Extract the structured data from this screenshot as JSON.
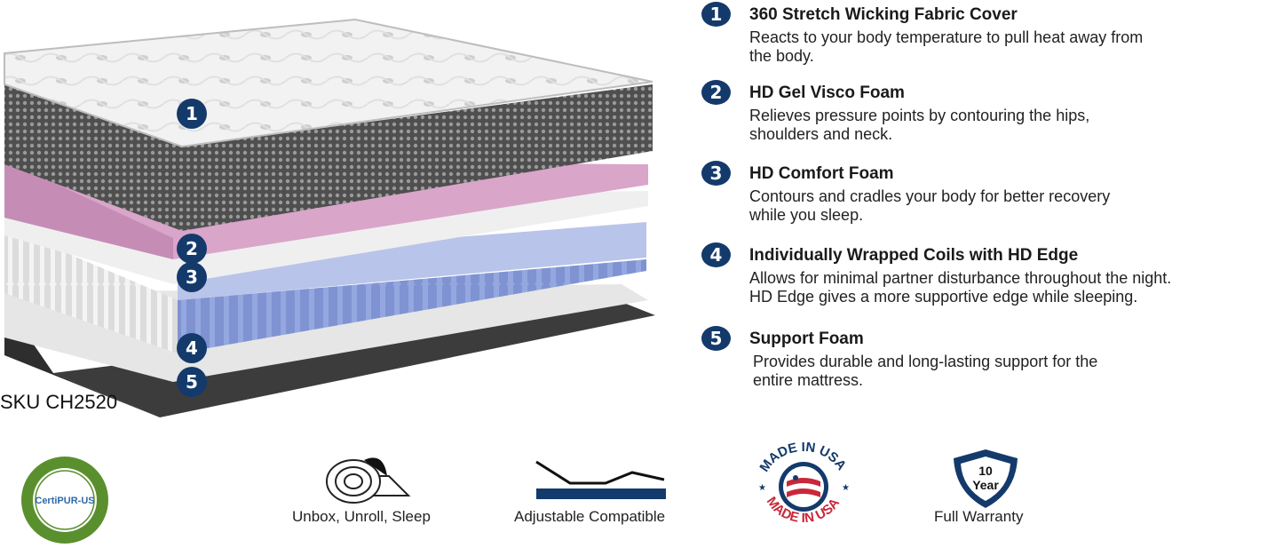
{
  "image_alt": "Layered mattress cross-section",
  "layer_markers": [
    "1",
    "2",
    "3",
    "4",
    "5"
  ],
  "sku": "SKU CH2520",
  "features": [
    {
      "number": "1",
      "title": "360 Stretch Wicking Fabric Cover",
      "desc_line1": "Reacts to your body temperature to pull heat away from",
      "desc_line2": "the body."
    },
    {
      "number": "2",
      "title": "HD Gel Visco Foam",
      "desc_line1": "Relieves pressure points by contouring the hips,",
      "desc_line2": "shoulders and neck."
    },
    {
      "number": "3",
      "title": "HD Comfort Foam",
      "desc_line1": "Contours and cradles your body for better recovery",
      "desc_line2": "while you sleep."
    },
    {
      "number": "4",
      "title": "Individually Wrapped Coils with HD Edge",
      "desc_line1": "Allows for minimal partner disturbance throughout the night.",
      "desc_line2": "HD Edge gives a more supportive edge while sleeping."
    },
    {
      "number": "5",
      "title": "Support Foam",
      "desc_line1": "Provides durable and long-lasting support for the",
      "desc_line2": "entire mattress."
    }
  ],
  "badges": {
    "certipur": {
      "text": "CertiPUR-US",
      "icon": "certipur-seal-icon"
    },
    "unbox": {
      "label": "Unbox, Unroll, Sleep",
      "icon": "rolled-mattress-icon"
    },
    "adjustable": {
      "label": "Adjustable Compatible",
      "icon": "adjustable-base-icon"
    },
    "made_in_usa": {
      "text_top": "MADE IN USA",
      "text_bottom": "MADE IN USA",
      "icon": "usa-flag-seal-icon"
    },
    "warranty": {
      "label": "Full Warranty",
      "years": "10",
      "unit": "Year",
      "icon": "shield-icon"
    }
  },
  "colors": {
    "badge_navy": "#143a6b",
    "gel_pink": "#d79fc7",
    "coil_blue": "#8fa3dd",
    "cover_gray": "#5a5a5a"
  }
}
